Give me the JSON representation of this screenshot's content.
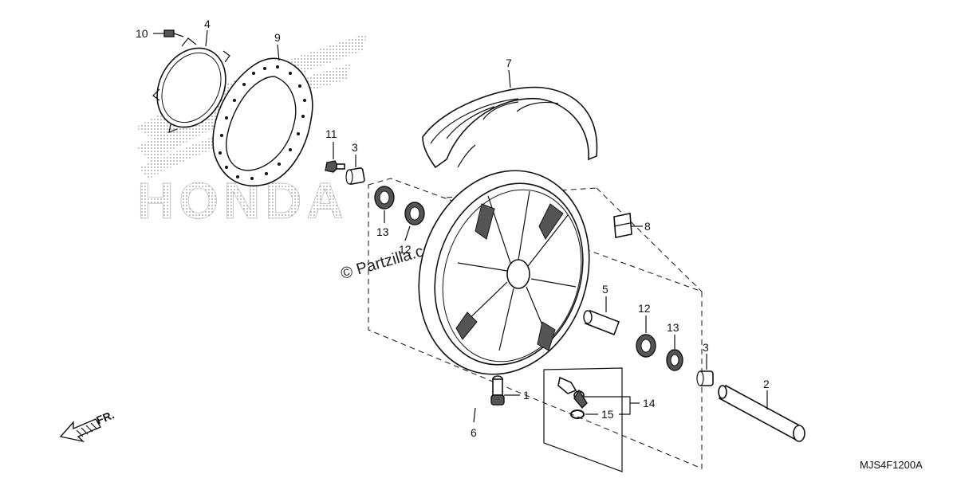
{
  "diagram": {
    "brand_watermark": "HONDA",
    "copyright_watermark": "© Partzilla.com",
    "direction_label": "FR.",
    "diagram_code": "MJS4F1200A"
  },
  "callouts": {
    "c1": "1",
    "c2": "2",
    "c3a": "3",
    "c3b": "3",
    "c4": "4",
    "c5": "5",
    "c6": "6",
    "c7": "7",
    "c8": "8",
    "c9": "9",
    "c10": "10",
    "c11": "11",
    "c12a": "12",
    "c12b": "12",
    "c13a": "13",
    "c13b": "13",
    "c14": "14",
    "c15": "15"
  }
}
